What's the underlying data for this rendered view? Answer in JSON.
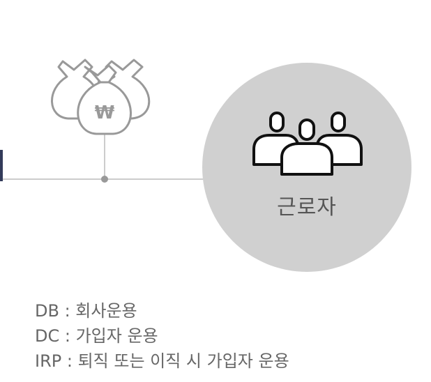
{
  "diagram": {
    "worker_node": {
      "label": "근로자",
      "icon": "people-group-icon",
      "circle_color": "#d0d0d0",
      "text_color": "#555555"
    },
    "fund_node": {
      "icon": "money-bags-icon",
      "currency_symbol": "₩",
      "line_color": "#999999"
    },
    "connector_color": "#cccccc"
  },
  "legend": {
    "items": [
      "DB : 회사운용",
      "DC : 가입자 운용",
      "IRP : 퇴직 또는 이직 시 가입자 운용"
    ]
  }
}
